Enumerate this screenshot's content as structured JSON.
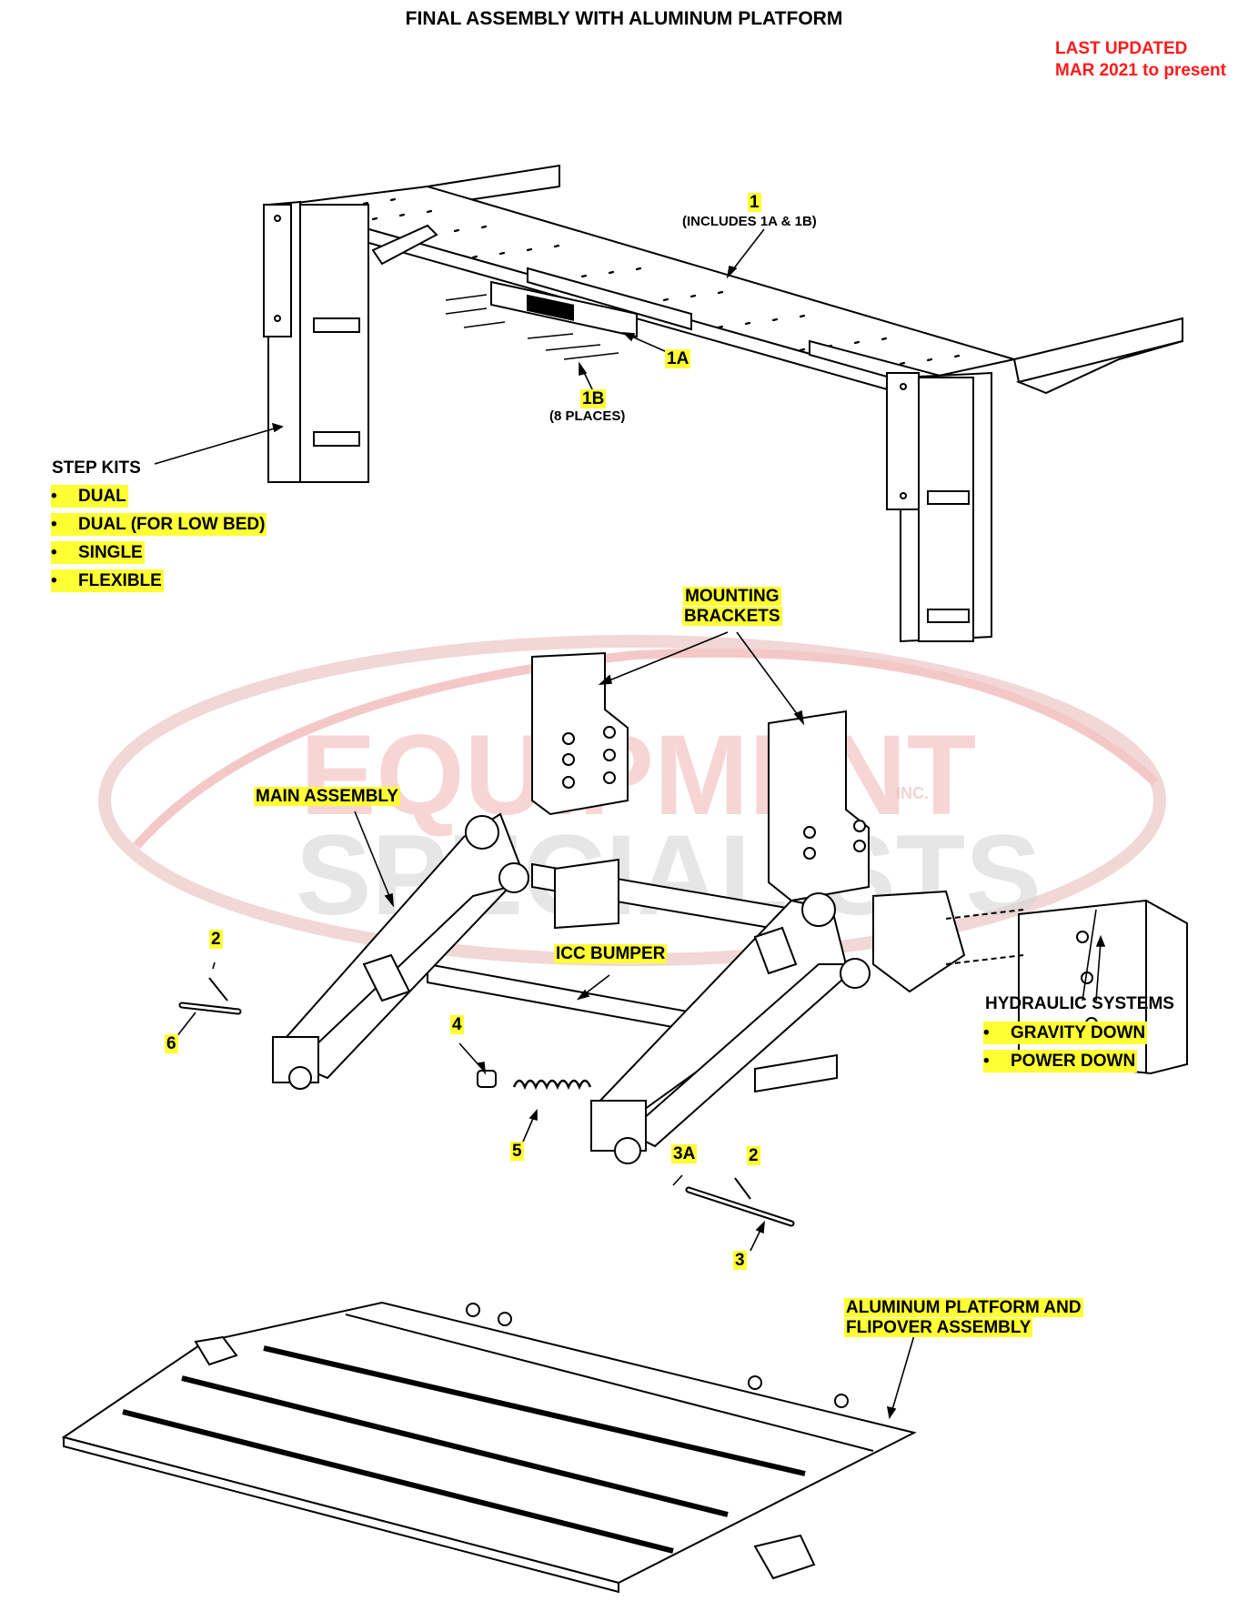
{
  "title": "FINAL ASSEMBLY WITH ALUMINUM PLATFORM",
  "last_updated": {
    "line1": "LAST UPDATED",
    "line2": "MAR 2021 to present",
    "color": "#ff1a1a"
  },
  "watermark": {
    "line1": "EQUIPMENT",
    "line2": "SPECIALISTS",
    "inc": "INC."
  },
  "callouts": {
    "item_1": "1",
    "item_1_note": "(INCLUDES 1A & 1B)",
    "item_1a": "1A",
    "item_1b": "1B",
    "item_1b_note": "(8 PLACES)",
    "item_2_left": "2",
    "item_2_right": "2",
    "item_3": "3",
    "item_3a": "3A",
    "item_4": "4",
    "item_5": "5",
    "item_6": "6",
    "mounting_brackets_1": "MOUNTING",
    "mounting_brackets_2": "BRACKETS",
    "main_assembly": "MAIN ASSEMBLY",
    "icc_bumper": "ICC BUMPER",
    "platform_1": "ALUMINUM PLATFORM AND",
    "platform_2": "FLIPOVER ASSEMBLY"
  },
  "step_kits": {
    "heading": "STEP KITS",
    "options": [
      "DUAL",
      "DUAL (FOR LOW BED)",
      "SINGLE",
      "FLEXIBLE"
    ]
  },
  "hydraulic_systems": {
    "heading": "HYDRAULIC SYSTEMS",
    "options": [
      "GRAVITY DOWN",
      "POWER DOWN"
    ]
  },
  "colors": {
    "highlight": "#ffff33",
    "watermark_red": "#f3b4b4",
    "watermark_gray": "#d8d8d8",
    "line": "#000000"
  }
}
